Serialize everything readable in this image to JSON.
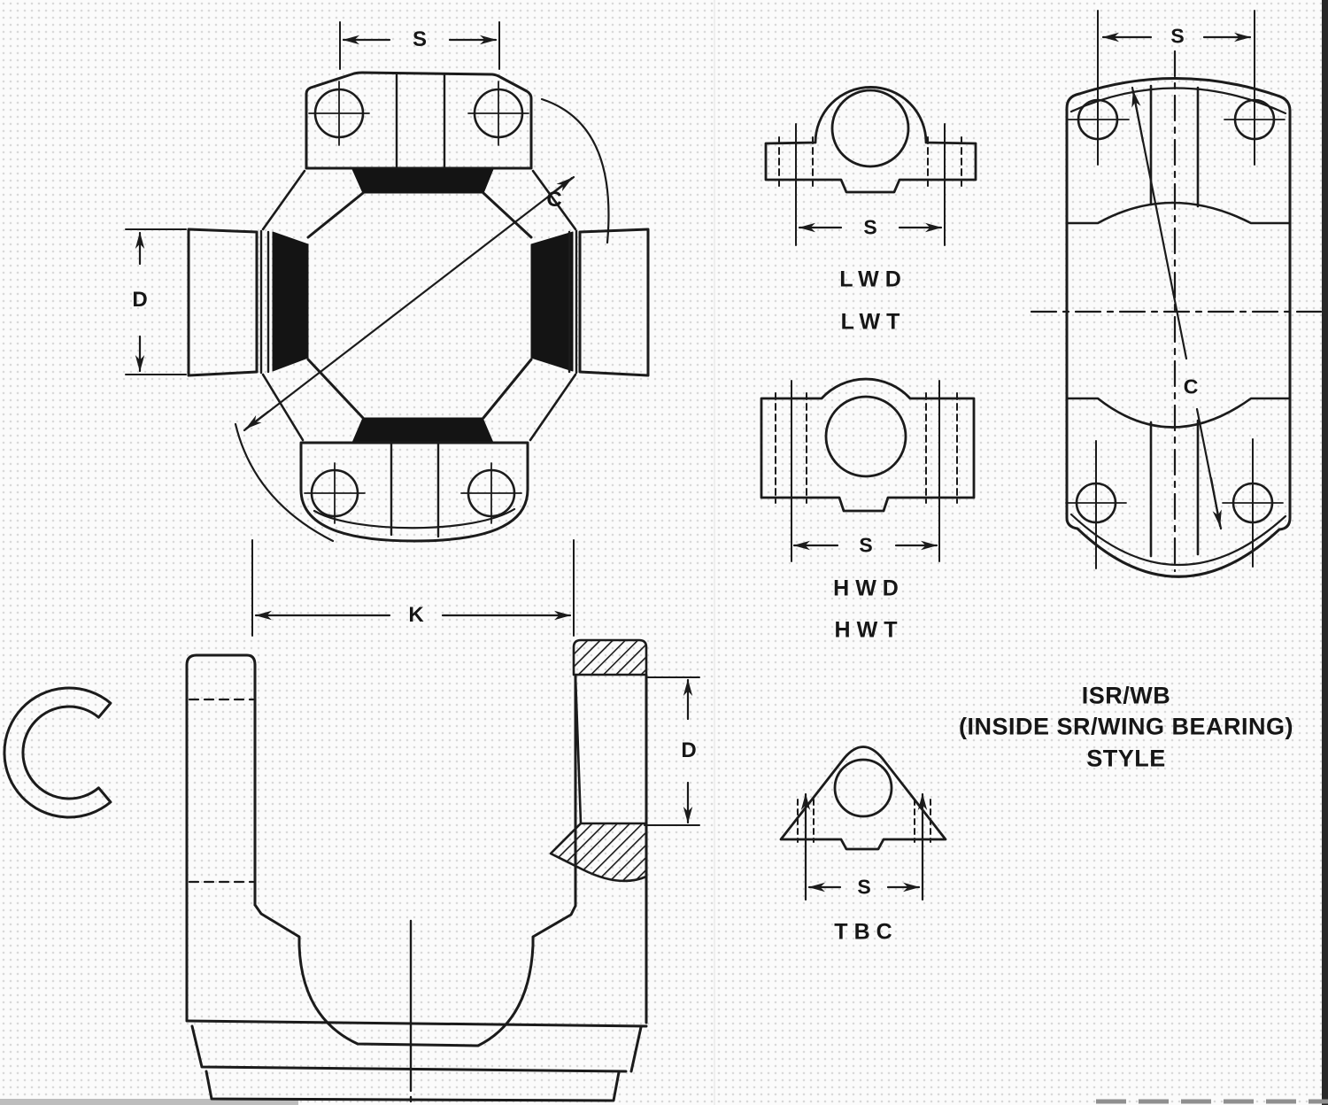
{
  "page": {
    "background": "#fbfbfb",
    "line_color": "#1b1b1b",
    "seal_fill": "#141414",
    "scan_bar_color": "#282828",
    "scan_strip_color": "#bdbdbd"
  },
  "main_view": {
    "dim_s": "S",
    "dim_c": "C",
    "dim_d": "D",
    "dim_k": "K"
  },
  "yoke_view": {
    "dim_d": "D"
  },
  "styles": {
    "lwd": {
      "dim_s": "S",
      "label1": "LWD",
      "label2": "LWT"
    },
    "hwd": {
      "dim_s": "S",
      "label1": "HWD",
      "label2": "HWT"
    },
    "tbc": {
      "dim_s": "S",
      "label": "TBC"
    },
    "isr_wb": {
      "dim_s": "S",
      "dim_c": "C",
      "title1": "ISR/WB",
      "title2": "(INSIDE SR/WING BEARING)",
      "title3": "STYLE"
    }
  }
}
